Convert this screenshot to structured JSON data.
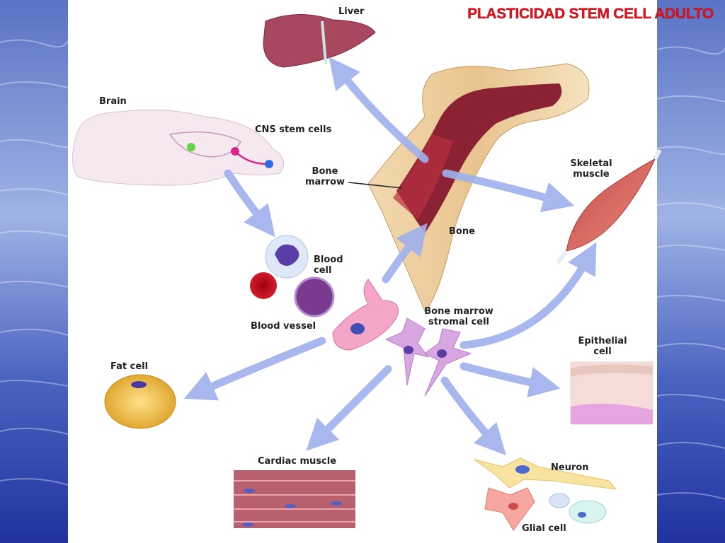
{
  "title": "PLASTICIDAD STEM CELL ADULTO",
  "labels": {
    "liver": "Liver",
    "brain": "Brain",
    "cns_stem_cells": "CNS stem cells",
    "bone_marrow_1": "Bone",
    "bone_marrow_2": "marrow",
    "bone": "Bone",
    "skeletal_muscle_1": "Skeletal",
    "skeletal_muscle_2": "muscle",
    "blood_cell_1": "Blood",
    "blood_cell_2": "cell",
    "blood_vessel": "Blood vessel",
    "stromal_1": "Bone marrow",
    "stromal_2": "stromal cell",
    "epithelial_1": "Epithelial",
    "epithelial_2": "cell",
    "fat_cell": "Fat cell",
    "cardiac_muscle": "Cardiac muscle",
    "neuron": "Neuron",
    "glial_cell": "Glial cell"
  },
  "colors": {
    "title": "#e8101a",
    "arrow": "#9fb0ec",
    "background_side": "#2a3f9a",
    "panel": "#ffffff"
  }
}
